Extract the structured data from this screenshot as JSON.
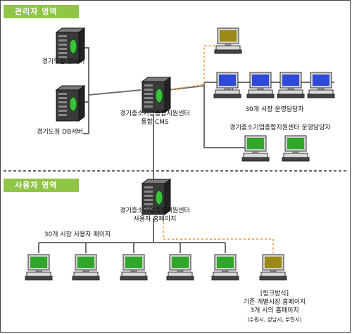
{
  "sections": {
    "admin_title": "관리자 영역",
    "user_title": "사용자 영역"
  },
  "nodes": {
    "web_server": "경기도청 웹서버",
    "db_server": "경기도청 DB서버",
    "cms_line1": "경기중소기업종합지원센터",
    "cms_line2": "통합 CMS",
    "admin30": "30개 시장 운영담당자",
    "center_admin": "경기중소기업종합지원센터 운영담당자",
    "user_server_line1": "경기중소기업종합지원센터",
    "user_server_line2": "사용자 홈페이지",
    "user30": "30개 시장 사용자 페이지",
    "link_line1": "[링크방식]",
    "link_line2": "기존 개별시장 홈페이지",
    "link_line3": "3개 시의 홈페이지",
    "link_line4": "(수원시, 성남시, 부천시)"
  },
  "colors": {
    "section_green": "#90c548",
    "monitor_blue": "#2f49d8",
    "monitor_green": "#2fa82a",
    "monitor_olive": "#9c8a16",
    "dash_orange": "#e8943a",
    "line_gray": "#6e6e6e"
  }
}
